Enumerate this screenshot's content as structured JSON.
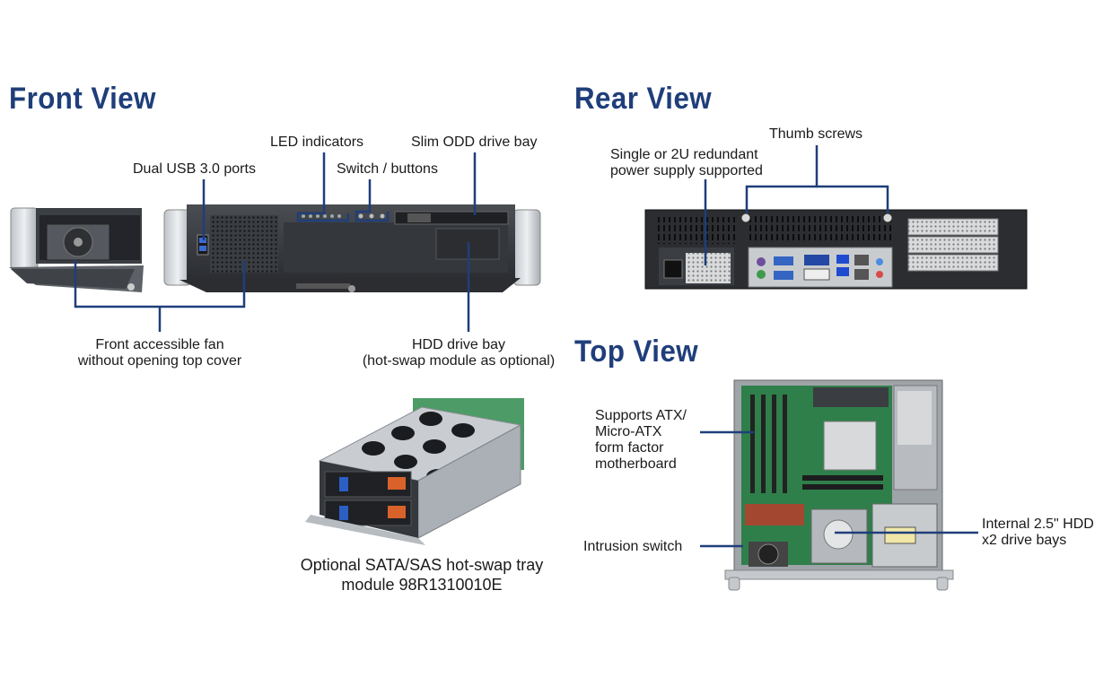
{
  "sections": {
    "front_view": "Front View",
    "rear_view": "Rear View",
    "top_view": "Top View"
  },
  "front_labels": {
    "led_indicators": "LED indicators",
    "slim_odd": "Slim ODD drive bay",
    "dual_usb": "Dual USB 3.0 ports",
    "switch_buttons": "Switch / buttons",
    "front_fan_line1": "Front accessible fan",
    "front_fan_line2": "without opening top cover",
    "hdd_bay_line1": "HDD drive bay",
    "hdd_bay_line2": "(hot-swap module as optional)"
  },
  "rear_labels": {
    "thumb_screws": "Thumb screws",
    "psu_line1": "Single or 2U redundant",
    "psu_line2": "power supply supported"
  },
  "top_labels": {
    "atx_line1": "Supports ATX/",
    "atx_line2": "Micro-ATX",
    "atx_line3": "form factor",
    "atx_line4": "motherboard",
    "intrusion": "Intrusion switch",
    "hdd_line1": "Internal 2.5\" HDD",
    "hdd_line2": "x2 drive bays"
  },
  "tray_caption": {
    "line1": "Optional SATA/SAS hot-swap tray",
    "line2": "module 98R1310010E"
  },
  "colors": {
    "heading": "#1f3e7a",
    "callout_line": "#1f3e7a"
  }
}
